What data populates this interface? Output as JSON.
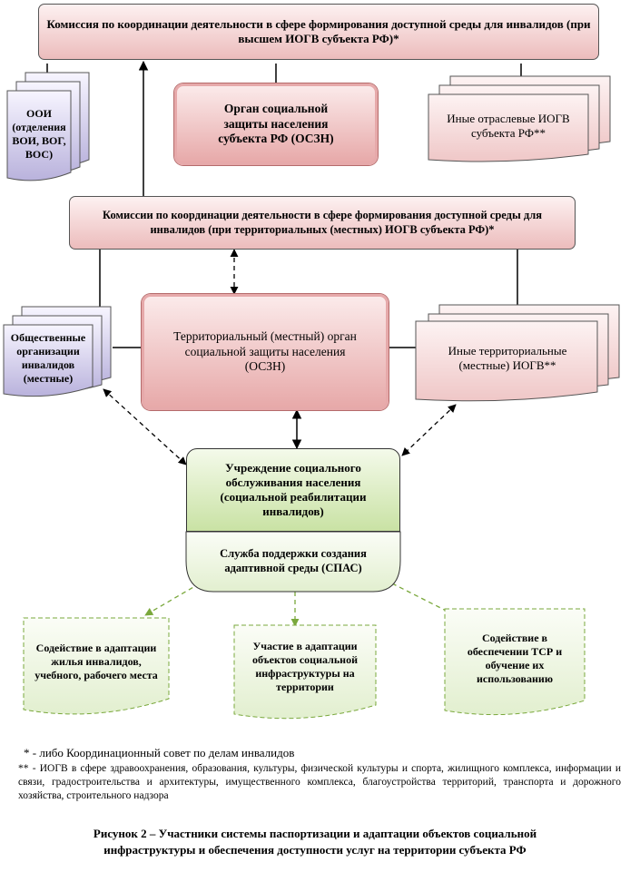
{
  "top_commission": "Комиссия по координации деятельности в сфере формирования доступной среды для инвалидов (при высшем ИОГВ субъекта РФ)*",
  "ooi": "ООИ (отделения ВОИ, ВОГ, ВОС)",
  "regional_oszn": "Орган социальной защиты населения субъекта РФ (ОСЗН)",
  "other_iogv": "Иные отраслевые ИОГВ субъекта РФ**",
  "local_commission": "Комиссии по координации деятельности в сфере формирования доступной среды для инвалидов (при территориальных (местных) ИОГВ субъекта РФ)*",
  "public_orgs": "Общественные организации инвалидов (местные)",
  "local_oszn": "Территориальный (местный) орган социальной защиты населения (ОСЗН)",
  "other_local_iogv": "Иные территориальные (местные) ИОГВ**",
  "institution": "Учреждение социального обслуживания населения (социальной реабилитации инвалидов)",
  "spas": "Служба поддержки создания адаптивной среды (СПАС)",
  "assist_housing": "Содействие в адаптации жилья инвалидов, учебного, рабочего места",
  "participation": "Участие в адаптации объектов социальной инфраструктуры на территории",
  "assist_tsr": "Содействие в обеспечении ТСР и обучение их использованию",
  "note1": "* - либо Координационный совет по делам инвалидов",
  "note2": "** - ИОГВ в сфере здравоохранения, образования, культуры, физической культуры и спорта, жилищного комплекса, информации и связи, градостроительства и архитектуры, имущественного комплекса, благоустройства территорий, транспорта и дорожного хозяйства, строительного надзора",
  "caption_line1": "Рисунок 2 – Участники системы паспортизации и адаптации объектов социальной",
  "caption_line2": "инфраструктуры и обеспечения доступности услуг на территории субъекта РФ",
  "colors": {
    "pink_light": "#fdf1f1",
    "pink_dark": "#ecbcbc",
    "lavender_light": "#f7f5ff",
    "lavender_dark": "#b9b2dc",
    "green_light": "#f4faea",
    "green_dark": "#c9e2a4",
    "green_dash": "#7aa83c"
  }
}
